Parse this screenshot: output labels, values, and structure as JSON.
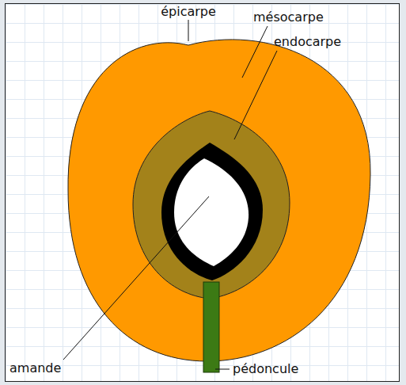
{
  "diagram": {
    "labels": [
      "épicarpe",
      "mésocarpe",
      "endocarpe",
      "amande",
      "pédoncule"
    ]
  }
}
